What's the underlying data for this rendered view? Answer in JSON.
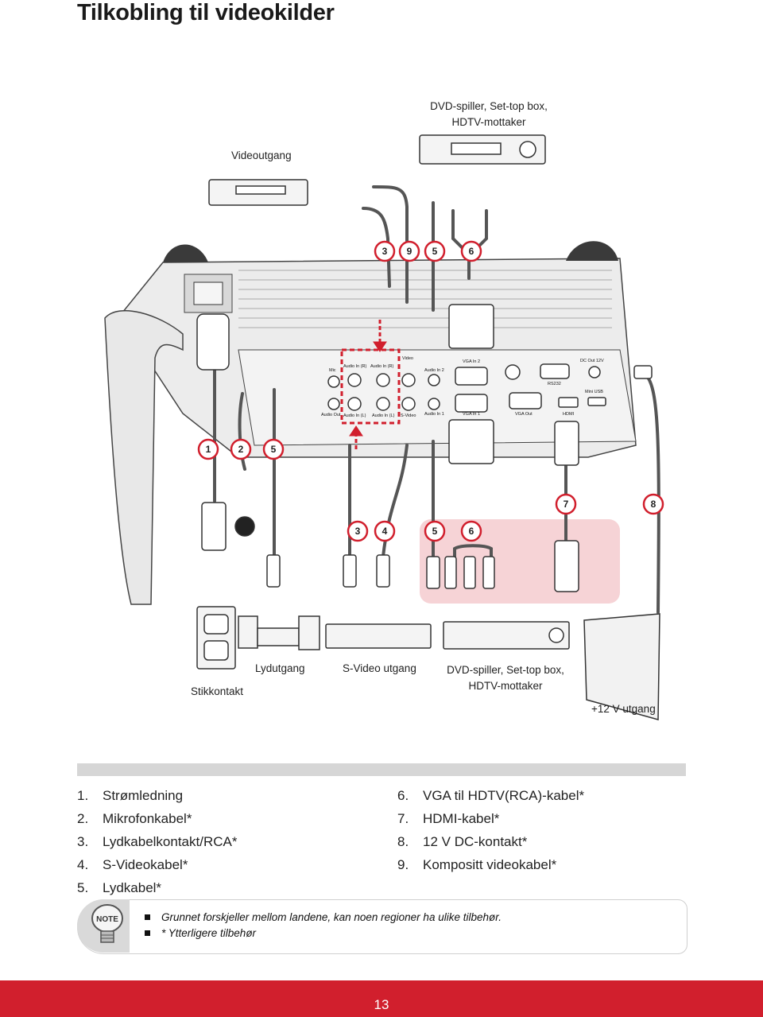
{
  "title": "Tilkobling til videokilder",
  "labels": {
    "top_source": [
      "DVD-spiller, Set-top box,",
      "HDTV-mottaker"
    ],
    "video_out": "Videoutgang",
    "outlet": "Stikkontakt",
    "audio_out": "Lydutgang",
    "svideo_out": "S-Video utgang",
    "bottom_source": [
      "DVD-spiller, Set-top box,",
      "HDTV-mottaker"
    ],
    "dc_out": "+12 V utgang"
  },
  "ports": {
    "mic": "Mic",
    "audio_out": "Audio Out",
    "audio_in_r_top": "Audio In (R)",
    "audio_in_l_top": "Audio In (R)",
    "video": "Video",
    "audio_in_l": "Audio In (L)",
    "audio_in_l2": "Audio In (L)",
    "svideo": "S-Video",
    "audio_in_2": "Audio In 2",
    "audio_in_1": "Audio In 1",
    "vga_in_2": "VGA In 2",
    "vga_in_1": "VGA In 1",
    "vga_out": "VGA Out",
    "rs232": "RS232",
    "dc_out": "DC Out 12V",
    "mini_usb": "Mini USB",
    "hdmi": "HDMI"
  },
  "badges": {
    "top_row": [
      "3",
      "9",
      "5",
      "6"
    ],
    "mid_row": [
      "1",
      "2",
      "5"
    ],
    "right_a": "7",
    "right_b": "8",
    "low_row": [
      "3",
      "4",
      "5",
      "6"
    ]
  },
  "legend": {
    "left": [
      {
        "n": "1.",
        "text": "Strømledning"
      },
      {
        "n": "2.",
        "text": "Mikrofonkabel*"
      },
      {
        "n": "3.",
        "text": "Lydkabelkontakt/RCA*"
      },
      {
        "n": "4.",
        "text": "S-Videokabel*"
      },
      {
        "n": "5.",
        "text": "Lydkabel*"
      }
    ],
    "right": [
      {
        "n": "6.",
        "text": "VGA til HDTV(RCA)-kabel*"
      },
      {
        "n": "7.",
        "text": "HDMI-kabel*"
      },
      {
        "n": "8.",
        "text": "12 V DC-kontakt*"
      },
      {
        "n": "9.",
        "text": "Kompositt videokabel*"
      }
    ]
  },
  "note": {
    "icon_label": "NOTE",
    "lines": [
      "Grunnet forskjeller mellom landene, kan noen regioner ha ulike tilbehør.",
      "* Ytterligere tilbehør"
    ]
  },
  "page_number": "13",
  "colors": {
    "accent_red": "#d11f2d",
    "highlight_pink": "#f6d3d6",
    "cable_gray": "#555555"
  }
}
